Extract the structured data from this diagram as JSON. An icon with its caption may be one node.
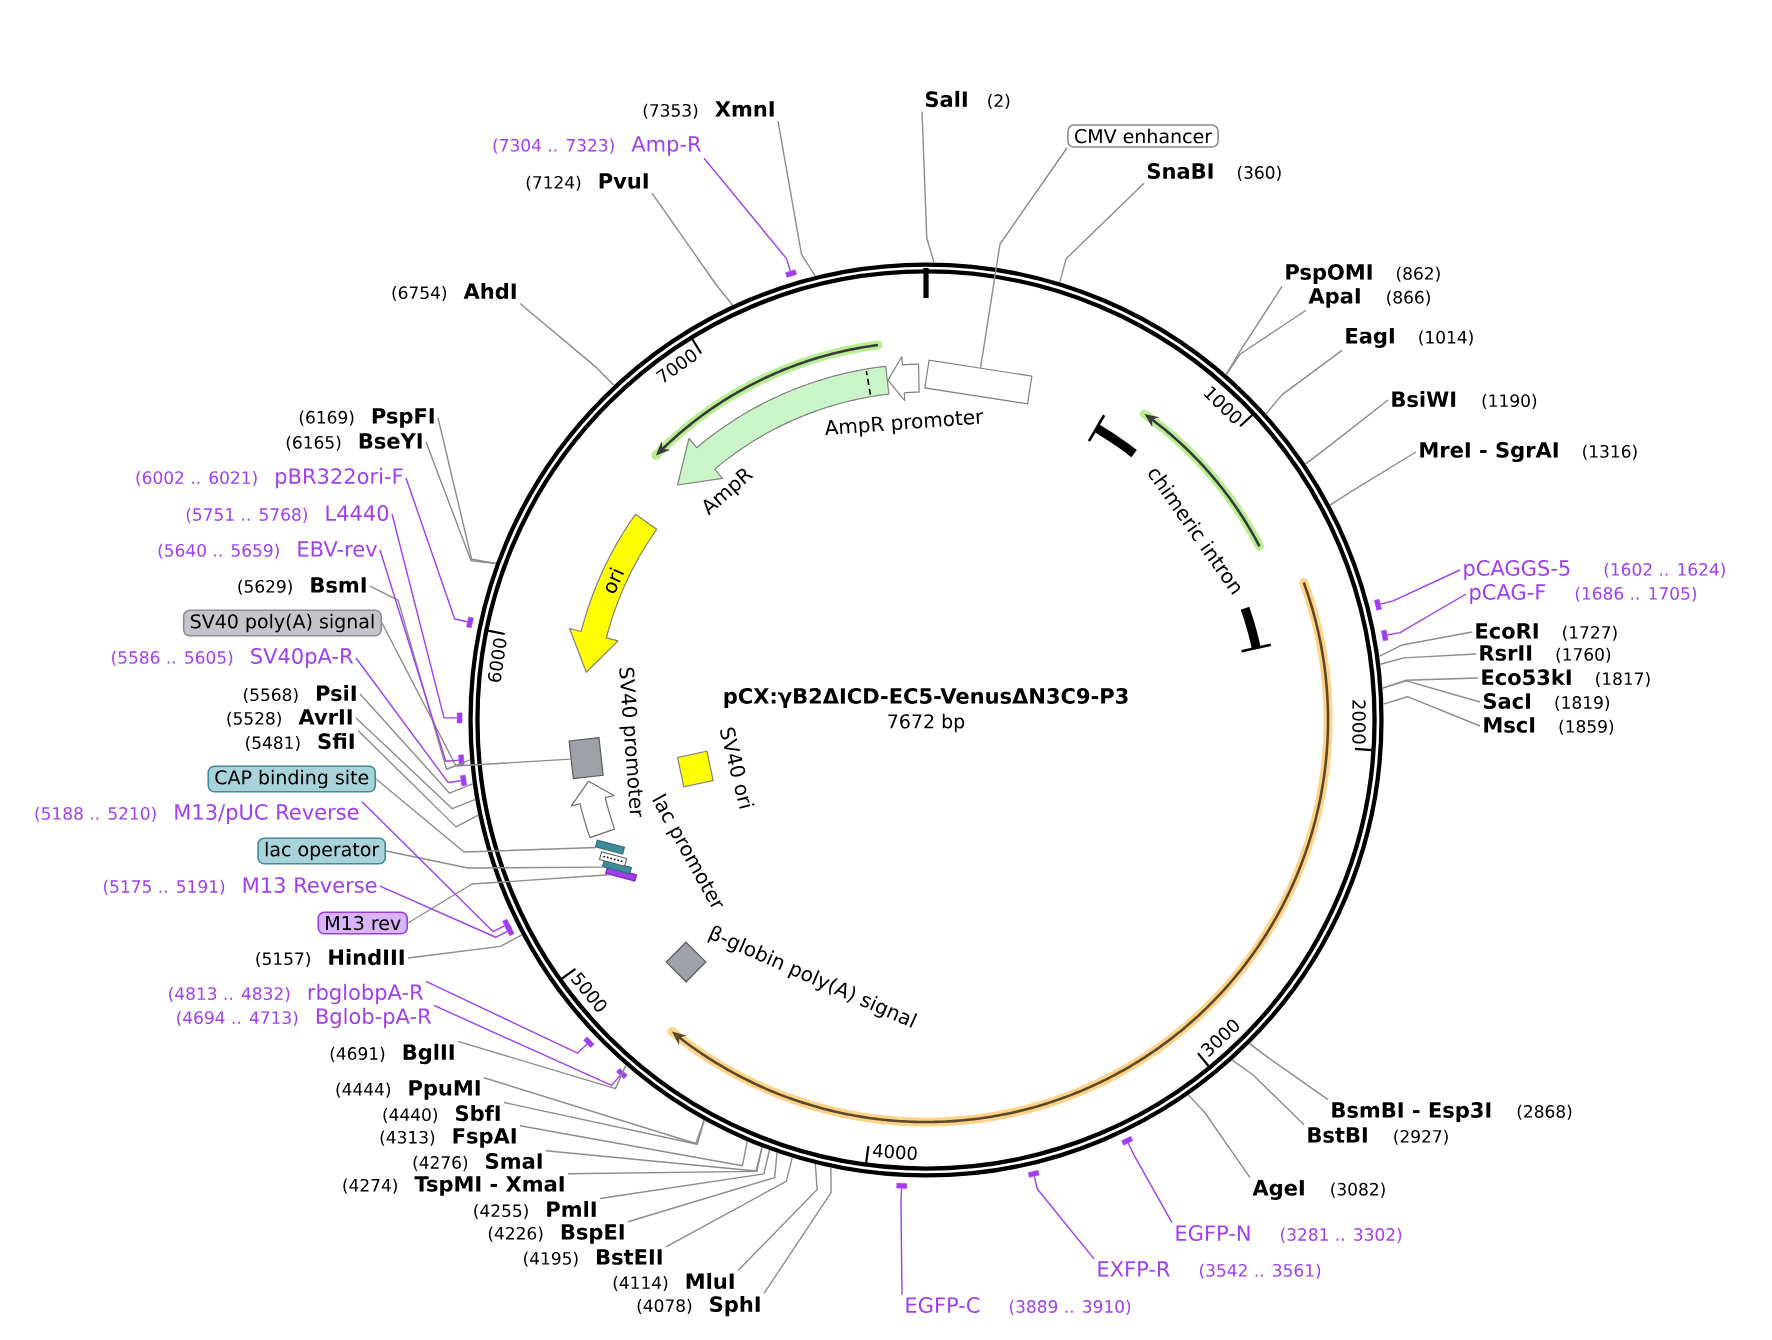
{
  "diagram": {
    "title": "pCX:γB2ΔICD-EC5-VenusΔN3C9-P3",
    "nodes": [
      {
        "text": [],
        "shape": "circle"
      },
      {
        "text": [
          "SalI",
          "(2)"
        ]
      },
      {
        "text": [
          "CMV enhancer"
        ]
      },
      {
        "text": [
          "SnaBI",
          "(360)"
        ]
      },
      {
        "text": [
          "PspOMI",
          "(862)"
        ]
      },
      {
        "text": [
          "ApaI",
          "(866)"
        ]
      },
      {
        "text": [
          "EagI",
          "(1014)"
        ]
      },
      {
        "text": [
          "BsiWI",
          "(1190)"
        ]
      },
      {
        "text": [
          "MreI - SgrAI",
          "(1316)"
        ]
      },
      {
        "text": [
          "pCAGGS-5",
          "(1602 .. 1624)"
        ]
      },
      {
        "text": [
          "pCAG-F",
          "(1686 .. 1705)"
        ]
      },
      {
        "text": [
          "EcoRI",
          "(1727)"
        ]
      },
      {
        "text": [
          "RsrII",
          "(1760)"
        ]
      },
      {
        "text": [
          "Eco53kI",
          "(1817)"
        ]
      },
      {
        "text": [
          "SacI",
          "(1819)"
        ]
      },
      {
        "text": [
          "MscI",
          "(1859)"
        ]
      },
      {
        "text": [
          "BsmBI - Esp3I",
          "(2868)"
        ]
      },
      {
        "text": [
          "BstBI",
          "(2927)"
        ]
      },
      {
        "text": [
          "AgeI",
          "(3082)"
        ]
      },
      {
        "text": [
          "EGFP-N",
          "(3281 .. 3302)"
        ]
      },
      {
        "text": [
          "EXFP-R",
          "(3542 .. 3561)"
        ]
      },
      {
        "text": [
          "EGFP-C",
          "(3889 .. 3910)"
        ]
      },
      {
        "text": [
          "(4078)",
          "SphI"
        ]
      },
      {
        "text": [
          "(4114)",
          "MluI"
        ]
      },
      {
        "text": [
          "(4195)",
          "BstEII"
        ]
      },
      {
        "text": [
          "(4226)",
          "BspEI"
        ]
      },
      {
        "text": [
          "(4255)",
          "PmlI"
        ]
      },
      {
        "text": [
          "(4274)",
          "TspMI - XmaI"
        ]
      },
      {
        "text": [
          "(4276)",
          "SmaI"
        ]
      },
      {
        "text": [
          "(4313)",
          "FspAI"
        ]
      },
      {
        "text": [
          "(4440)",
          "SbfI"
        ]
      },
      {
        "text": [
          "(4444)",
          "PpuMI"
        ]
      },
      {
        "text": [
          "(4691)",
          "BglII"
        ]
      },
      {
        "text": [
          "(4694 .. 4713)",
          "Bglob-pA-R"
        ]
      },
      {
        "text": [
          "(4813 .. 4832)",
          "rbglobpA-R"
        ]
      },
      {
        "text": [
          "(5157)",
          "HindIII"
        ]
      },
      {
        "text": [
          "M13 rev"
        ]
      },
      {
        "text": [
          "(5175 .. 5191)",
          "M13 Reverse"
        ]
      },
      {
        "text": [
          "lac operator"
        ]
      },
      {
        "text": [
          "(5188 .. 5210)",
          "M13/pUC Reverse"
        ]
      },
      {
        "text": [
          "CAP binding site"
        ]
      },
      {
        "text": [
          "(5481)",
          "SfiI"
        ]
      },
      {
        "text": [
          "(5528)",
          "AvrII"
        ]
      },
      {
        "text": [
          "(5568)",
          "PsiI"
        ]
      },
      {
        "text": [
          "(5586 .. 5605)",
          "SV40pA-R"
        ]
      },
      {
        "text": [
          "SV40 poly(A) signal"
        ]
      },
      {
        "text": [
          "(5629)",
          "BsmI"
        ]
      },
      {
        "text": [
          "(5640 .. 5659)",
          "EBV-rev"
        ]
      },
      {
        "text": [
          "(5751 .. 5768)",
          "L4440"
        ]
      },
      {
        "text": [
          "(6002 .. 6021)",
          "pBR322ori-F"
        ]
      },
      {
        "text": [
          "(6165)",
          "BseYI"
        ]
      },
      {
        "text": [
          "(6169)",
          "PspFI"
        ]
      },
      {
        "text": [
          "(6754)",
          "AhdI"
        ]
      },
      {
        "text": [
          "(7124)",
          "PvuI"
        ]
      },
      {
        "text": [
          "(7304 .. 7323)",
          "Amp-R"
        ]
      },
      {
        "text": [
          "(7353)",
          "XmnI"
        ]
      },
      {
        "text": [],
        "shape": "box",
        "in": 0
      },
      {
        "text": [
          "chimeric intron"
        ],
        "in": 0
      },
      {
        "text": [
          "β-globin poly(A) signal"
        ],
        "in": 0
      },
      {
        "text": [],
        "shape": "bar",
        "in": 0
      },
      {
        "text": [],
        "shape": "bar",
        "in": 0
      },
      {
        "text": [
          "lac promoter"
        ],
        "in": 0
      },
      {
        "text": [],
        "shape": "bar",
        "in": 0
      },
      {
        "text": [
          "SV40 promoter"
        ],
        "in": 0
      },
      {
        "text": [
          "SV40 ori"
        ],
        "in": 0
      },
      {
        "text": [],
        "shape": "box",
        "in": 0
      },
      {
        "text": [
          "ori"
        ],
        "in": 0
      },
      {
        "text": [
          "AmpR"
        ],
        "in": 0
      },
      {
        "text": [
          "AmpR promoter"
        ],
        "in": 0
      },
      {
        "text": [],
        "shape": "bar"
      },
      {
        "text": [],
        "shape": "bar"
      },
      {
        "text": [],
        "shape": "bar"
      },
      {
        "text": [],
        "shape": "bar"
      },
      {
        "text": [],
        "shape": "bar"
      },
      {
        "text": [],
        "shape": "bar"
      },
      {
        "text": [],
        "shape": "bar"
      },
      {
        "text": [],
        "shape": "bar"
      },
      {
        "text": [],
        "shape": "bar"
      },
      {
        "text": [],
        "shape": "bar"
      },
      {
        "text": [],
        "shape": "bar"
      },
      {
        "text": [],
        "shape": "bar"
      },
      {
        "text": [],
        "shape": "bar"
      },
      {
        "text": [],
        "shape": "bar"
      }
    ],
    "edges": [
      {
        "from": 1,
        "to": 0,
        "arrow": "none"
      },
      {
        "from": 2,
        "to": 56,
        "arrow": "none"
      },
      {
        "from": 3,
        "to": 0,
        "arrow": "none"
      },
      {
        "from": 4,
        "to": 0,
        "arrow": "none"
      },
      {
        "from": 5,
        "to": 0,
        "arrow": "none"
      },
      {
        "from": 6,
        "to": 0,
        "arrow": "none"
      },
      {
        "from": 7,
        "to": 0,
        "arrow": "none"
      },
      {
        "from": 8,
        "to": 0,
        "arrow": "none"
      },
      {
        "from": 9,
        "to": 69,
        "arrow": "none",
        "color": "#a03ef0"
      },
      {
        "from": 10,
        "to": 70,
        "arrow": "none",
        "color": "#a03ef0"
      },
      {
        "from": 11,
        "to": 0,
        "arrow": "none"
      },
      {
        "from": 12,
        "to": 0,
        "arrow": "none"
      },
      {
        "from": 13,
        "to": 0,
        "arrow": "none"
      },
      {
        "from": 14,
        "to": 0,
        "arrow": "none"
      },
      {
        "from": 15,
        "to": 0,
        "arrow": "none"
      },
      {
        "from": 16,
        "to": 0,
        "arrow": "none"
      },
      {
        "from": 17,
        "to": 0,
        "arrow": "none"
      },
      {
        "from": 18,
        "to": 0,
        "arrow": "none"
      },
      {
        "from": 19,
        "to": 71,
        "arrow": "none",
        "color": "#a03ef0"
      },
      {
        "from": 20,
        "to": 72,
        "arrow": "none",
        "color": "#a03ef0"
      },
      {
        "from": 21,
        "to": 73,
        "arrow": "none",
        "color": "#a03ef0"
      },
      {
        "from": 22,
        "to": 0,
        "arrow": "none"
      },
      {
        "from": 23,
        "to": 0,
        "arrow": "none"
      },
      {
        "from": 24,
        "to": 0,
        "arrow": "none"
      },
      {
        "from": 25,
        "to": 0,
        "arrow": "none"
      },
      {
        "from": 26,
        "to": 0,
        "arrow": "none"
      },
      {
        "from": 27,
        "to": 0,
        "arrow": "none"
      },
      {
        "from": 28,
        "to": 0,
        "arrow": "none"
      },
      {
        "from": 29,
        "to": 0,
        "arrow": "none"
      },
      {
        "from": 30,
        "to": 0,
        "arrow": "none"
      },
      {
        "from": 31,
        "to": 0,
        "arrow": "none"
      },
      {
        "from": 32,
        "to": 0,
        "arrow": "none"
      },
      {
        "from": 33,
        "to": 74,
        "arrow": "none",
        "color": "#a03ef0"
      },
      {
        "from": 34,
        "to": 75,
        "arrow": "none",
        "color": "#a03ef0"
      },
      {
        "from": 35,
        "to": 0,
        "arrow": "none"
      },
      {
        "from": 36,
        "to": 59,
        "arrow": "none"
      },
      {
        "from": 37,
        "to": 76,
        "arrow": "none",
        "color": "#a03ef0"
      },
      {
        "from": 38,
        "to": 60,
        "arrow": "none"
      },
      {
        "from": 39,
        "to": 77,
        "arrow": "none",
        "color": "#a03ef0"
      },
      {
        "from": 40,
        "to": 62,
        "arrow": "none"
      },
      {
        "from": 41,
        "to": 0,
        "arrow": "none"
      },
      {
        "from": 42,
        "to": 0,
        "arrow": "none"
      },
      {
        "from": 43,
        "to": 0,
        "arrow": "none"
      },
      {
        "from": 44,
        "to": 78,
        "arrow": "none",
        "color": "#a03ef0"
      },
      {
        "from": 45,
        "to": 65,
        "arrow": "none"
      },
      {
        "from": 46,
        "to": 0,
        "arrow": "none"
      },
      {
        "from": 47,
        "to": 79,
        "arrow": "none",
        "color": "#a03ef0"
      },
      {
        "from": 48,
        "to": 80,
        "arrow": "none",
        "color": "#a03ef0"
      },
      {
        "from": 49,
        "to": 81,
        "arrow": "none",
        "color": "#a03ef0"
      },
      {
        "from": 50,
        "to": 0,
        "arrow": "none"
      },
      {
        "from": 51,
        "to": 0,
        "arrow": "none"
      },
      {
        "from": 52,
        "to": 0,
        "arrow": "none"
      },
      {
        "from": 53,
        "to": 0,
        "arrow": "none"
      },
      {
        "from": 54,
        "to": 82,
        "arrow": "none",
        "color": "#a03ef0"
      },
      {
        "from": 55,
        "to": 0,
        "arrow": "none"
      }
    ],
    "labels": [
      "7672 bp",
      "1000",
      "2000",
      "3000",
      "4000",
      "5000",
      "6000",
      "7000"
    ]
  }
}
